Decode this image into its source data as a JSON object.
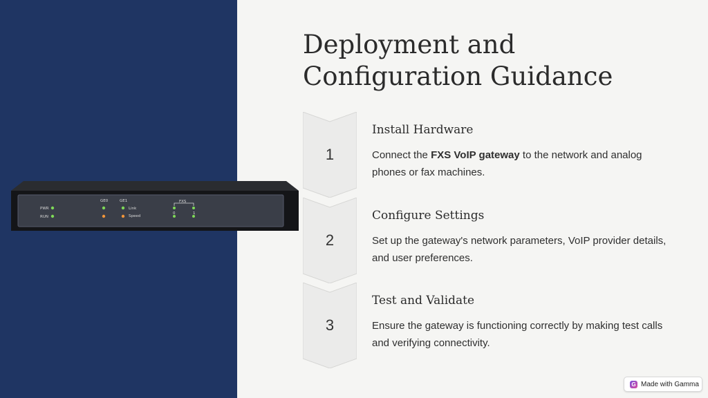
{
  "title": "Deployment and Configuration Guidance",
  "device": {
    "led_labels": [
      "PWR",
      "RUN",
      "GE0",
      "GE1",
      "Link",
      "Speed",
      "FXS",
      "0",
      "1"
    ],
    "colors": {
      "led_green": "#7ed957",
      "led_orange": "#f0953a"
    }
  },
  "steps": [
    {
      "number": "1",
      "heading": "Install Hardware",
      "body_pre": "Connect the ",
      "body_bold": "FXS VoIP gateway",
      "body_post": " to the network and analog phones or fax machines."
    },
    {
      "number": "2",
      "heading": "Configure Settings",
      "body_pre": "Set up the gateway's network parameters, VoIP provider details, and user preferences.",
      "body_bold": "",
      "body_post": ""
    },
    {
      "number": "3",
      "heading": "Test and Validate",
      "body_pre": "Ensure the gateway is functioning correctly by making test calls and verifying connectivity.",
      "body_bold": "",
      "body_post": ""
    }
  ],
  "badge": {
    "label": "Made with Gamma",
    "icon": "gamma-logo-icon"
  },
  "colors": {
    "left_panel": "#1f3563",
    "background": "#f5f5f3",
    "chevron": "#ebebea"
  }
}
